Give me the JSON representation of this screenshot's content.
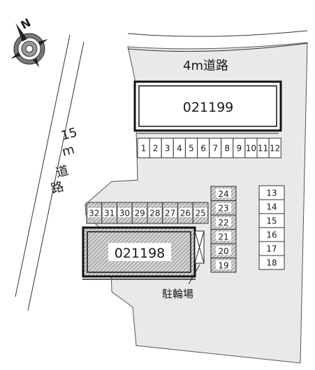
{
  "compass": {
    "north_label": "N"
  },
  "roads": {
    "north_label": "4m道路",
    "west_label_lines": [
      "15",
      "m",
      "道",
      "路"
    ]
  },
  "buildings": {
    "north_id": "021199",
    "south_id": "021198"
  },
  "parking_top": [
    "1",
    "2",
    "3",
    "4",
    "5",
    "6",
    "7",
    "8",
    "9",
    "10",
    "11",
    "12"
  ],
  "parking_left": [
    "32",
    "31",
    "30",
    "29",
    "28",
    "27",
    "26",
    "25"
  ],
  "parking_center": [
    "24",
    "23",
    "22",
    "21",
    "20",
    "19"
  ],
  "parking_right": [
    "13",
    "14",
    "15",
    "16",
    "17",
    "18"
  ],
  "bike_parking_label": "駐輪場",
  "colors": {
    "lot_fill": "#e9e9e9",
    "line": "#2a2a2a",
    "hatch": "#6f6f6f"
  }
}
